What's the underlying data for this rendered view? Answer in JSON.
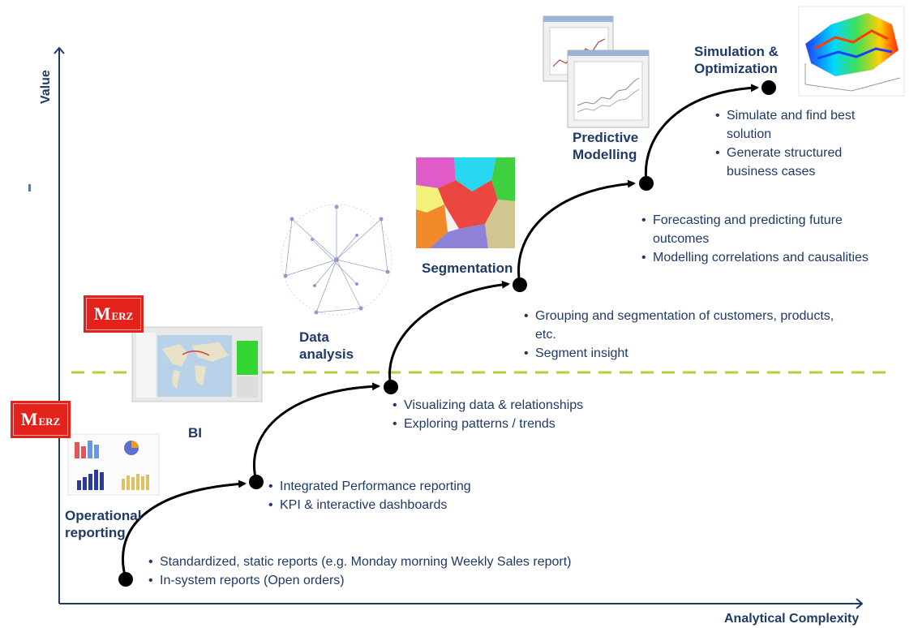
{
  "axes": {
    "y_label": "Value",
    "x_label": "Analytical Complexity"
  },
  "logo_text": "MERZ",
  "stages": [
    {
      "name": "Operational reporting",
      "lines": [
        "Operational",
        "reporting"
      ],
      "bullets": [
        "Standardized, static reports (e.g. Monday morning Weekly Sales report)",
        "In-system reports (Open orders)"
      ]
    },
    {
      "name": "BI",
      "lines": [
        "BI"
      ],
      "bullets": [
        "Integrated Performance reporting",
        "KPI & interactive dashboards"
      ]
    },
    {
      "name": "Data analysis",
      "lines": [
        "Data",
        "analysis"
      ],
      "bullets": [
        "Visualizing data & relationships",
        "Exploring patterns / trends"
      ]
    },
    {
      "name": "Segmentation",
      "lines": [
        "Segmentation"
      ],
      "bullets": [
        "Grouping and segmentation of customers, products,",
        "etc.",
        "Segment insight"
      ]
    },
    {
      "name": "Predictive Modelling",
      "lines": [
        "Predictive",
        "Modelling"
      ],
      "bullets": [
        "Forecasting and predicting future",
        "outcomes",
        "Modelling correlations and causalities"
      ]
    },
    {
      "name": "Simulation & Optimization",
      "lines": [
        "Simulation &",
        "Optimization"
      ],
      "bullets": [
        "Simulate and find best",
        "solution",
        "Generate structured",
        "business cases"
      ]
    }
  ],
  "colors": {
    "text": "#1f3a68",
    "axis": "#1f3a68",
    "dashed_line": "#b5cf3a",
    "logo": "#e3231b",
    "node": "#000000"
  },
  "icons": [
    "dashboard-thumbnail",
    "world-map-thumbnail",
    "network-graph-thumbnail",
    "segmentation-map-thumbnail",
    "predictive-model-thumbnail",
    "surface-plot-thumbnail"
  ]
}
